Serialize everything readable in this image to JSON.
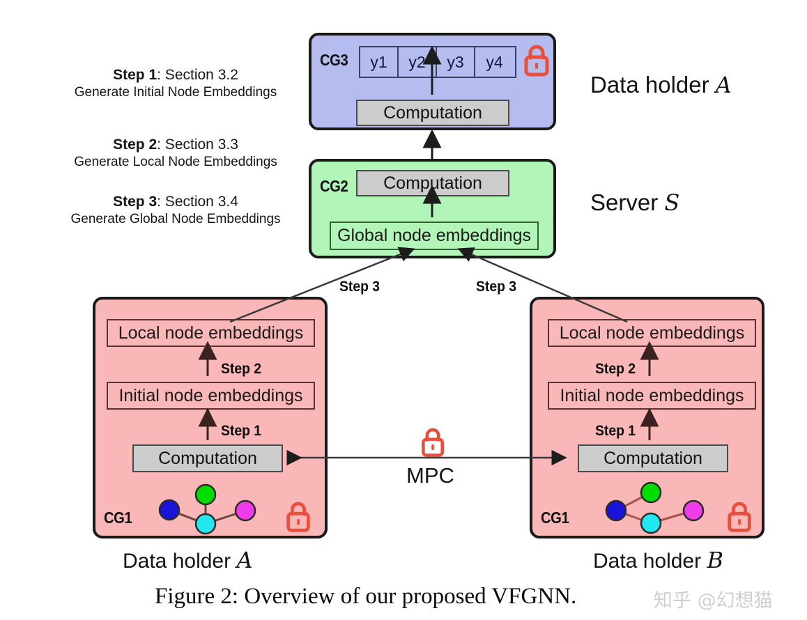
{
  "figure": {
    "caption": "Figure 2: Overview of our proposed VFGNN.",
    "watermark": "知乎 @幻想猫"
  },
  "steps_legend": [
    {
      "step": "Step 1",
      "section": ": Section 3.2",
      "description": "Generate Initial Node Embeddings"
    },
    {
      "step": "Step 2",
      "section": ": Section 3.3",
      "description": "Generate Local Node Embeddings"
    },
    {
      "step": "Step 3",
      "section": ": Section 3.4",
      "description": "Generate Global Node Embeddings"
    }
  ],
  "cg3": {
    "label": "CG3",
    "fill_color": "#b4bcf0",
    "outputs": [
      "y1",
      "y2",
      "y3",
      "y4"
    ],
    "computation_label": "Computation",
    "lock_icon": "lock-icon",
    "role_label_prefix": "Data holder ",
    "role_label_symbol": "A"
  },
  "cg2": {
    "label": "CG2",
    "fill_color": "#b2f5b8",
    "computation_label": "Computation",
    "global_embeddings_label": "Global node embeddings",
    "role_label_prefix": "Server ",
    "role_label_symbol": "S"
  },
  "cg1_left": {
    "label": "CG1",
    "fill_color": "#f9b7b7",
    "local_embeddings_label": "Local node embeddings",
    "initial_embeddings_label": "Initial node embeddings",
    "computation_label": "Computation",
    "step2_tag": "Step 2",
    "step1_tag": "Step 1",
    "lock_icon": "lock-icon",
    "holder_label_prefix": "Data holder ",
    "holder_label_symbol": "A",
    "graph_nodes": [
      {
        "name": "green-node",
        "color": "#00dd00"
      },
      {
        "name": "blue-node",
        "color": "#1a14d8"
      },
      {
        "name": "cyan-node",
        "color": "#22e6f0"
      },
      {
        "name": "magenta-node",
        "color": "#f03ce8"
      }
    ]
  },
  "cg1_right": {
    "label": "CG1",
    "fill_color": "#f9b7b7",
    "local_embeddings_label": "Local node embeddings",
    "initial_embeddings_label": "Initial node embeddings",
    "computation_label": "Computation",
    "step2_tag": "Step 2",
    "step1_tag": "Step 1",
    "lock_icon": "lock-icon",
    "holder_label_prefix": "Data holder ",
    "holder_label_symbol": "B",
    "graph_nodes": [
      {
        "name": "green-node",
        "color": "#00dd00"
      },
      {
        "name": "blue-node",
        "color": "#1a14d8"
      },
      {
        "name": "cyan-node",
        "color": "#22e6f0"
      },
      {
        "name": "magenta-node",
        "color": "#f03ce8"
      }
    ]
  },
  "connections": {
    "step3_left_tag": "Step 3",
    "step3_right_tag": "Step 3",
    "mpc_label": "MPC",
    "mpc_lock_icon": "lock-icon"
  },
  "colors": {
    "lock_red": "#e8503c",
    "border_dark": "#1a1a1a",
    "gray_box": "#cccccc"
  }
}
